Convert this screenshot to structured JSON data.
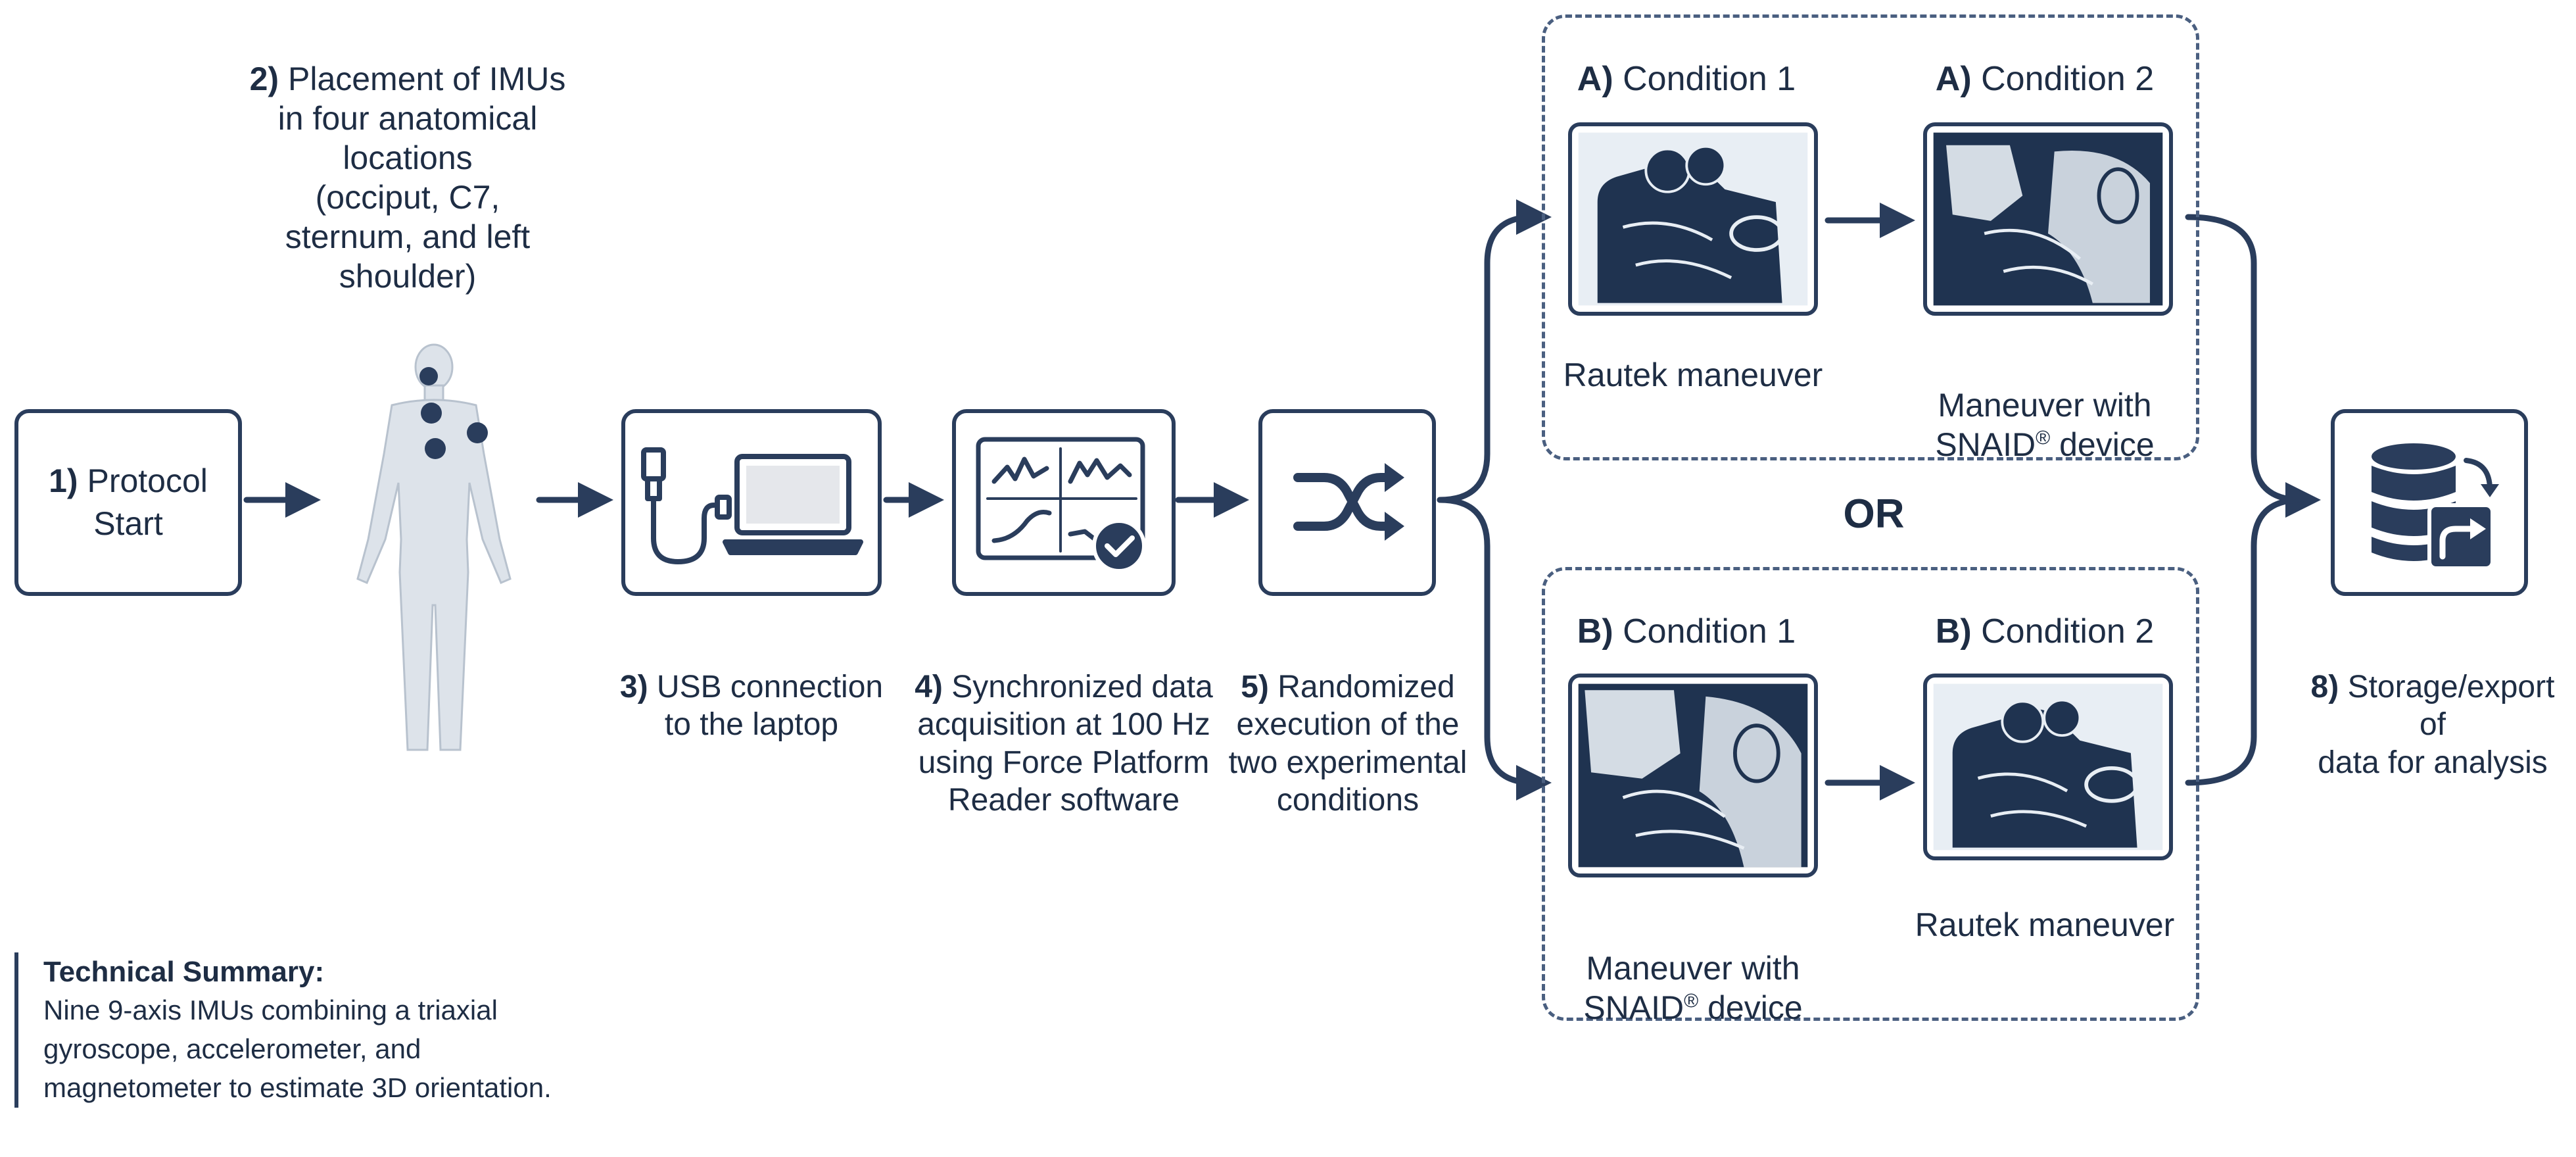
{
  "steps": {
    "s1": {
      "num": "1)",
      "text": "Protocol\nStart"
    },
    "s2": {
      "num": "2)",
      "text": " Placement of IMUs\nin four anatomical\nlocations\n(occiput, C7,\nsternum, and left\nshoulder)"
    },
    "s3": {
      "num": "3)",
      "text": " USB connection\nto the laptop"
    },
    "s4": {
      "num": "4)",
      "text": " Synchronized data\nacquisition at 100 Hz\nusing Force Platform\nReader software"
    },
    "s5": {
      "num": "5)",
      "text": " Randomized\nexecution of the\ntwo experimental\nconditions"
    },
    "s8": {
      "num": "8)",
      "text": " Storage/export of\ndata for analysis"
    }
  },
  "groupA": {
    "cond1": {
      "prefix": "A)",
      "title": " Condition 1",
      "caption": "Rautek maneuver"
    },
    "cond2": {
      "prefix": "A)",
      "title": " Condition 2",
      "caption_line1": "Maneuver with",
      "caption_line2_pre": "SNAID",
      "caption_sup": "®",
      "caption_line2_post": " device"
    }
  },
  "groupB": {
    "cond1": {
      "prefix": "B)",
      "title": " Condition 1",
      "caption_line1": "Maneuver with",
      "caption_line2_pre": "SNAID",
      "caption_sup": "®",
      "caption_line2_post": " device"
    },
    "cond2": {
      "prefix": "B)",
      "title": " Condition 2",
      "caption": "Rautek maneuver"
    }
  },
  "or_label": "OR",
  "summary": {
    "title": "Technical Summary:",
    "text": "Nine 9-axis IMUs combining a triaxial\ngyroscope, accelerometer, and\nmagnetometer to estimate 3D orientation."
  },
  "colors": {
    "primary": "#2a3d5c",
    "text": "#1e2d44",
    "figure": "#dde3ea",
    "imu": "#2a3d5c"
  }
}
